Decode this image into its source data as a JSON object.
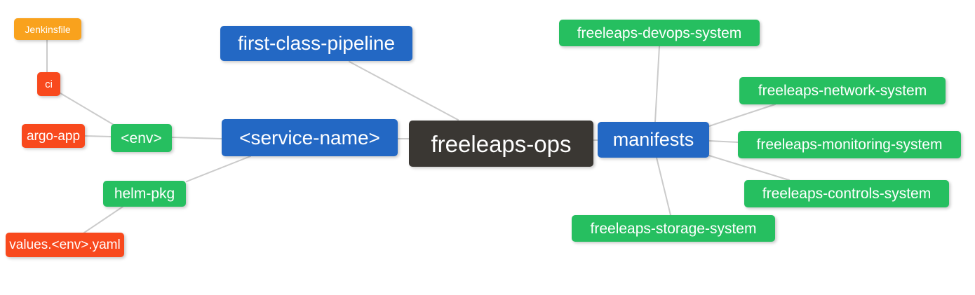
{
  "diagram": {
    "type": "mindmap",
    "root": {
      "label": "freeleaps-ops"
    },
    "nodes": {
      "first_class_pipeline": {
        "label": "first-class-pipeline"
      },
      "service_name": {
        "label": "<service-name>"
      },
      "manifests": {
        "label": "manifests"
      },
      "env": {
        "label": "<env>"
      },
      "helm_pkg": {
        "label": "helm-pkg"
      },
      "ci": {
        "label": "ci"
      },
      "argo_app": {
        "label": "argo-app"
      },
      "jenkinsfile": {
        "label": "Jenkinsfile"
      },
      "values_env_yaml": {
        "label": "values.<env>.yaml"
      },
      "devops_system": {
        "label": "freeleaps-devops-system"
      },
      "network_system": {
        "label": "freeleaps-network-system"
      },
      "monitoring_system": {
        "label": "freeleaps-monitoring-system"
      },
      "controls_system": {
        "label": "freeleaps-controls-system"
      },
      "storage_system": {
        "label": "freeleaps-storage-system"
      }
    },
    "edges": [
      {
        "from": "Jenkinsfile",
        "to": "ci"
      },
      {
        "from": "ci",
        "to": "<env>"
      },
      {
        "from": "argo-app",
        "to": "<env>"
      },
      {
        "from": "<env>",
        "to": "<service-name>"
      },
      {
        "from": "helm-pkg",
        "to": "<service-name>"
      },
      {
        "from": "values.<env>.yaml",
        "to": "helm-pkg"
      },
      {
        "from": "first-class-pipeline",
        "to": "freeleaps-ops"
      },
      {
        "from": "<service-name>",
        "to": "freeleaps-ops"
      },
      {
        "from": "manifests",
        "to": "freeleaps-ops"
      },
      {
        "from": "freeleaps-devops-system",
        "to": "manifests"
      },
      {
        "from": "freeleaps-network-system",
        "to": "manifests"
      },
      {
        "from": "freeleaps-monitoring-system",
        "to": "manifests"
      },
      {
        "from": "freeleaps-controls-system",
        "to": "manifests"
      },
      {
        "from": "freeleaps-storage-system",
        "to": "manifests"
      }
    ],
    "colors": {
      "root": "#3a3733",
      "primary_branch": "#2368c4",
      "secondary_branch": "#26bf60",
      "leaf_red": "#f8491d",
      "leaf_orange": "#f9a21d",
      "edge": "#cbcbcb",
      "text": "#ffffff",
      "background": "#ffffff"
    }
  }
}
